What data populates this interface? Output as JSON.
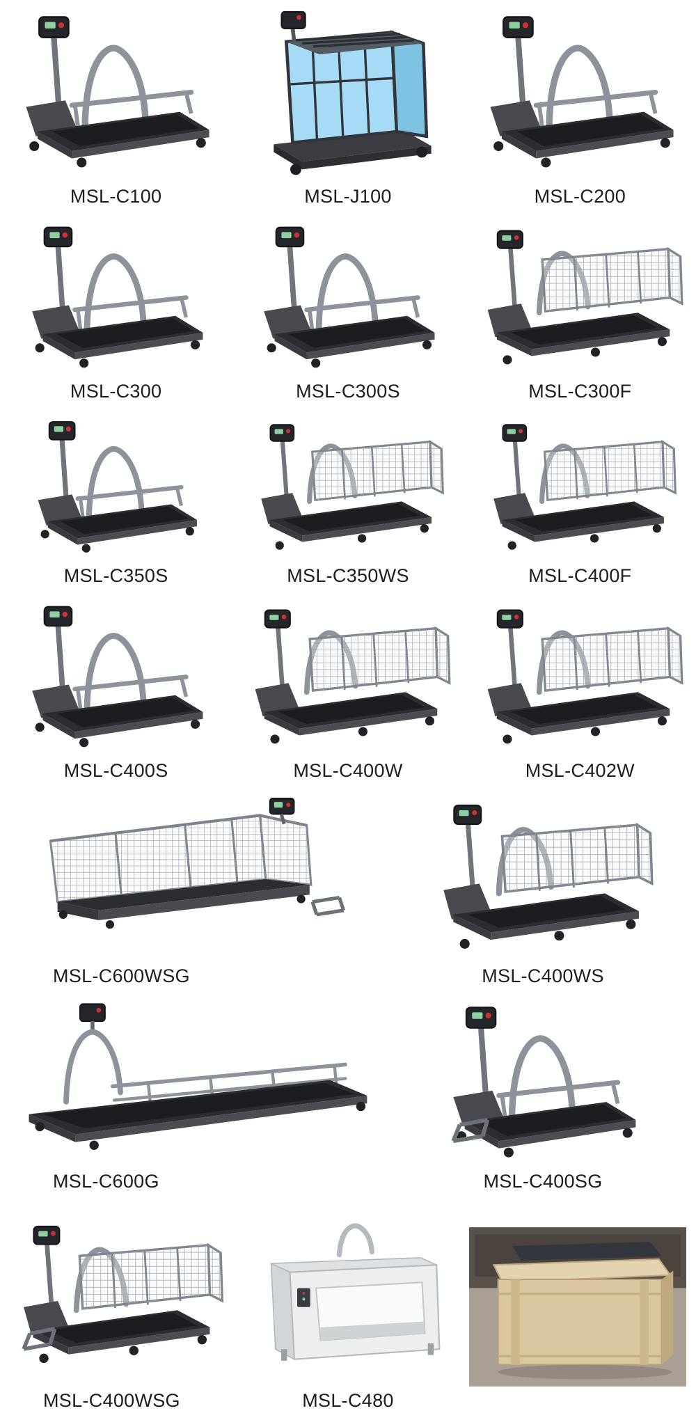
{
  "colors": {
    "page_background": "#ffffff",
    "label_text": "#1d1d1d",
    "frame_gray": "#8d939a",
    "deck_black": "#2c2c31",
    "cage_blue": "#8ed2f2",
    "steel_silver": "#eceeef",
    "crate_wood": "#d9c7a0"
  },
  "products": [
    {
      "model": "MSL-C100",
      "image": "pet-treadmill-basic"
    },
    {
      "model": "MSL-J100",
      "image": "blue-cage-treadmill"
    },
    {
      "model": "MSL-C200",
      "image": "pet-treadmill-basic"
    },
    {
      "model": "MSL-C300",
      "image": "pet-treadmill-basic"
    },
    {
      "model": "MSL-C300S",
      "image": "pet-treadmill-basic"
    },
    {
      "model": "MSL-C300F",
      "image": "pet-treadmill-mesh"
    },
    {
      "model": "MSL-C350S",
      "image": "pet-treadmill-basic"
    },
    {
      "model": "MSL-C350WS",
      "image": "pet-treadmill-mesh"
    },
    {
      "model": "MSL-C400F",
      "image": "pet-treadmill-mesh"
    },
    {
      "model": "MSL-C400S",
      "image": "pet-treadmill-basic"
    },
    {
      "model": "MSL-C400W",
      "image": "pet-treadmill-mesh"
    },
    {
      "model": "MSL-C402W",
      "image": "pet-treadmill-mesh"
    },
    {
      "model": "MSL-C600WSG",
      "image": "pet-treadmill-mesh-long"
    },
    {
      "model": "MSL-C400WS",
      "image": "pet-treadmill-mesh"
    },
    {
      "model": "MSL-C600G",
      "image": "pet-treadmill-long-open"
    },
    {
      "model": "MSL-C400SG",
      "image": "pet-treadmill-with-step"
    },
    {
      "model": "MSL-C400WSG",
      "image": "pet-treadmill-mesh-with-step"
    },
    {
      "model": "MSL-C480",
      "image": "stainless-steel-treadmill"
    },
    {
      "image": "wooden-packing-crate"
    }
  ]
}
